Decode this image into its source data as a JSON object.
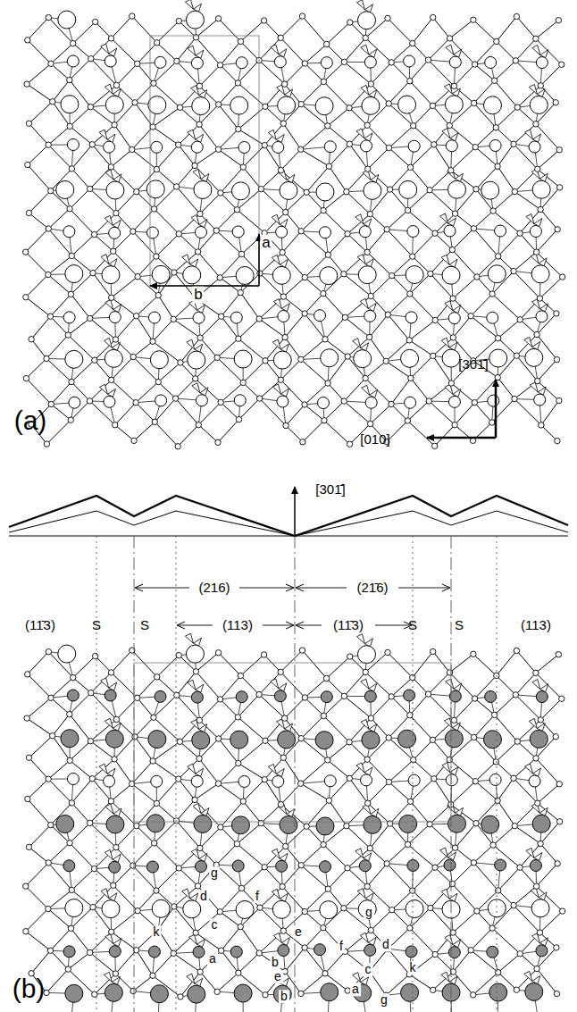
{
  "diagram": {
    "labels": [
      "[301̄]",
      "[010]",
      "a",
      "b",
      "(a)",
      "[301̄]",
      "(216)",
      "(21̄6)",
      "(11̄3)",
      "S",
      "S",
      "(113)",
      "(11̄3)",
      "S",
      "S",
      "(113)",
      "g",
      "d",
      "f",
      "k",
      "c",
      "a",
      "b",
      "e",
      "e",
      "f",
      "d",
      "g",
      "c",
      "k",
      "a",
      "b",
      "g",
      "(b)"
    ]
  }
}
